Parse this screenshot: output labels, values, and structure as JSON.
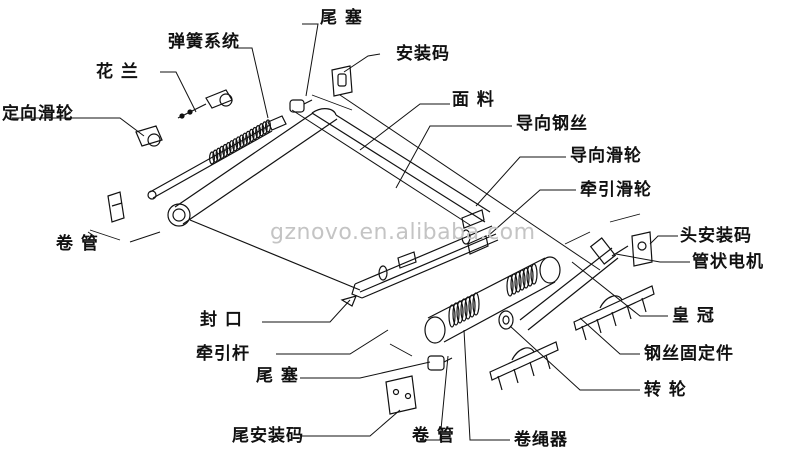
{
  "watermark": "gznovo.en.alibaba.com",
  "labels": {
    "tail_plug_top": "尾 塞",
    "spring_system": "弹簧系统",
    "mounting_code_top": "安装码",
    "flange": "花 兰",
    "fixed_pulley": "定向滑轮",
    "fabric": "面 料",
    "guide_wire": "导向钢丝",
    "guide_pulley": "导向滑轮",
    "traction_pulley": "牵引滑轮",
    "head_mounting_code": "头安装码",
    "tubular_motor": "管状电机",
    "roller_tube_left": "卷 管",
    "end_seal": "封 口",
    "crown": "皇 冠",
    "traction_rod": "牵引杆",
    "wire_fixer": "钢丝固定件",
    "tail_plug_bottom": "尾 塞",
    "rotating_wheel": "转 轮",
    "tail_mounting_code": "尾安装码",
    "roller_tube_bottom": "卷 管",
    "rope_winder": "卷绳器"
  }
}
